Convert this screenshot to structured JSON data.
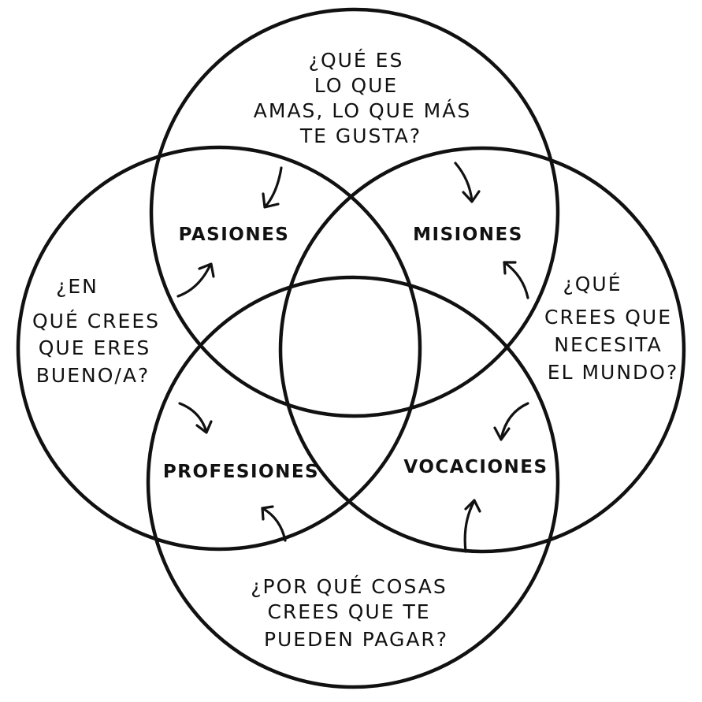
{
  "questions": {
    "top": [
      "¿QUÉ ES",
      "LO QUE",
      "AMAS, LO QUE MÁS",
      "TE GUSTA?"
    ],
    "left": [
      "¿EN",
      "QUÉ CREES",
      "QUE ERES",
      "BUENO/A?"
    ],
    "right": [
      "¿QUÉ",
      "CREES QUE",
      "NECESITA",
      "EL MUNDO?"
    ],
    "bottom": [
      "¿POR QUÉ COSAS",
      "CREES QUE TE",
      "PUEDEN PAGAR?"
    ]
  },
  "labels": {
    "pasiones": "PASIONES",
    "misiones": "MISIONES",
    "profesiones": "PROFESIONES",
    "vocaciones": "VOCACIONES"
  },
  "colors": {
    "ink": "#111111",
    "paper": "#ffffff"
  }
}
